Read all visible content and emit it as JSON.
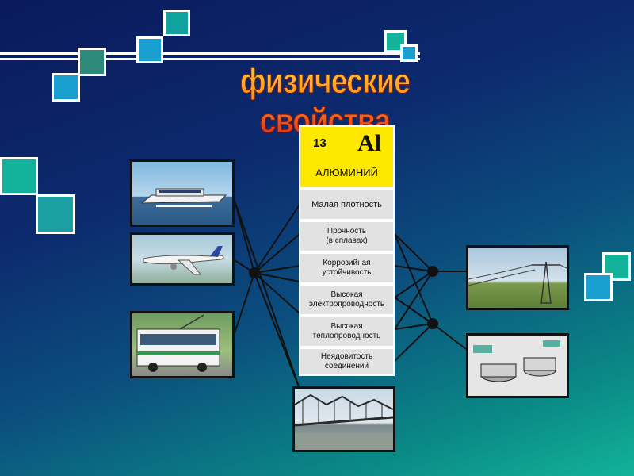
{
  "slide": {
    "title": "физические свойства"
  },
  "element": {
    "atomic_number": "13",
    "symbol": "Al",
    "name": "АЛЮМИНИЙ"
  },
  "properties": [
    "Малая плотность",
    "Прочность\n(в сплавах)",
    "Коррозийная\nустойчивость",
    "Высокая\nэлектропроводность",
    "Высокая\nтеплопроводность",
    "Неядовитость\nсоединений"
  ],
  "images": {
    "hydrofoil": "hydrofoil-boat-photo",
    "airplane": "airplane-photo",
    "trolleybus": "trolleybus-photo",
    "bridge": "bridge-photo",
    "power_line": "power-line-photo",
    "cookware": "cookware-photo"
  },
  "colors": {
    "background_top": "#0a1a5c",
    "background_bottom": "#12b39a",
    "card": "#ffe800",
    "title_gradient": [
      "#ffd23a",
      "#ff8a1e",
      "#d6201a"
    ]
  }
}
